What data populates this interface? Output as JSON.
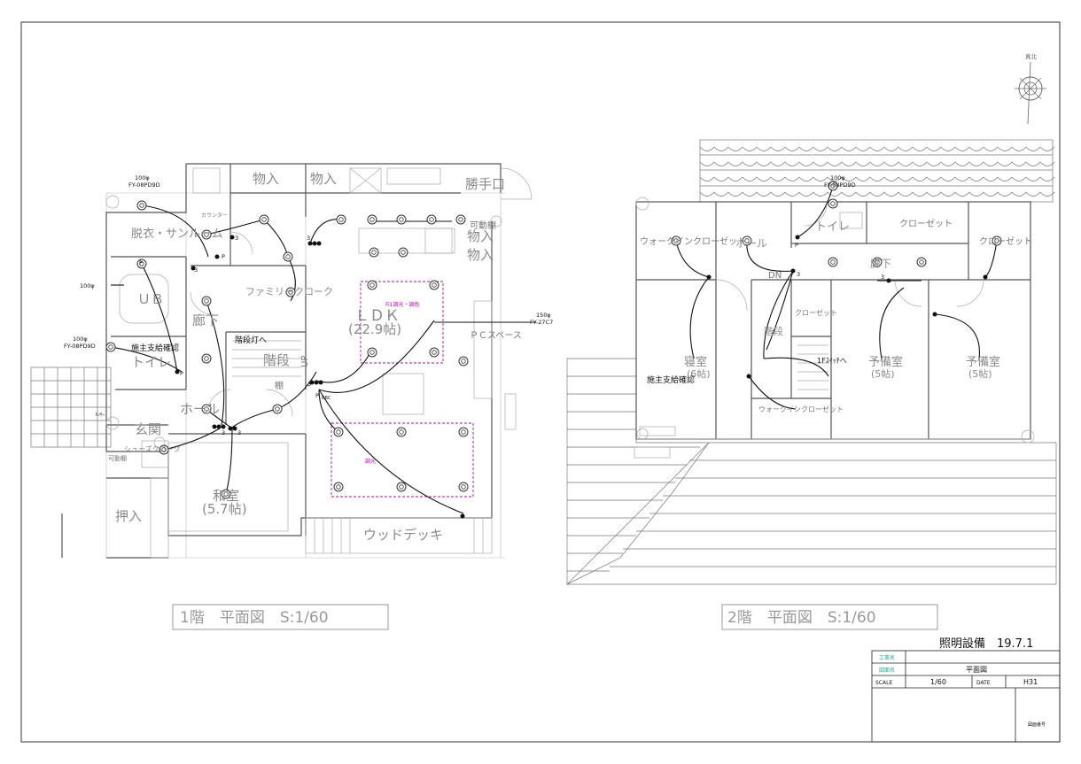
{
  "floor1": {
    "caption": "1階　平面図　S:1/60",
    "rooms": {
      "monoire1": "物入",
      "monoire2": "物入",
      "katteguchi": "勝手口",
      "datsui": "脱衣・サンルーム",
      "counter": "カウンター",
      "kadoudana": "可動棚",
      "monoire3": "物入",
      "monoire4": "物入",
      "ub": "ＵＢ",
      "family_closet": "ファミリークローク",
      "ldk": "ＬＤＫ",
      "ldk_area": "(22.9帖)",
      "rouka": "廊下",
      "pc_space": "ＰＣスペース",
      "kaidan": "階段",
      "up": "UP",
      "toilet": "トイレ",
      "hall": "ホール",
      "genkan": "玄関",
      "shoes_cloak": "シューズクローク",
      "kadoudana2": "可動棚",
      "washitsu": "和室",
      "washitsu_area": "(5.7帖)",
      "oshiire": "押入",
      "wood_deck": "ウッドデッキ",
      "tana": "棚"
    },
    "notes": {
      "duct1_size": "100φ",
      "duct1_model": "FY-08PD9D",
      "duct2_size": "100φ",
      "duct3_size": "100φ",
      "duct3_model": "FY-08PD9D",
      "duct4_size": "150φ",
      "duct4_model": "FY-27C7",
      "owner_supply": "施主支給確認",
      "stair_light": "階段灯へ",
      "fi_dimmer": "Fi1調光・調色",
      "dimmer": "調光",
      "sensor": "ｾﾝｻｰ",
      "switch_count": "3",
      "p_mark": "P",
      "rbc": "RBC"
    }
  },
  "floor2": {
    "caption": "2階　平面図　S:1/60",
    "rooms": {
      "wic1": "ウォークインクローゼット",
      "hall": "ホール",
      "toilet": "トイレ",
      "closet1": "クローゼット",
      "closet2": "クローゼット",
      "rouka": "廊下",
      "dn": "DN",
      "closet3": "クローゼット",
      "kaidan": "階段",
      "shinshitsu": "寝室",
      "shinshitsu_area": "(6帖)",
      "yobishitsu1": "予備室",
      "yobishitsu1_area": "(5帖)",
      "yobishitsu2": "予備室",
      "yobishitsu2_area": "(5帖)",
      "wic2": "ウォークインクローゼット"
    },
    "notes": {
      "duct_size": "100φ",
      "duct_model": "FY-08PD9D",
      "owner_supply": "施主支給確認",
      "switch_1f": "1Fｽｲｯﾁへ",
      "north": "真北",
      "switch_count": "3",
      "p_mark": "P"
    }
  },
  "title_block": {
    "heading": "照明設備　19.7.1",
    "project_label": "工事名",
    "project_value": "",
    "drawing_label": "図面名",
    "drawing_value": "平面図",
    "scale_label": "SCALE",
    "scale_value": "1/60",
    "date_label": "DATE",
    "date_value": "H31",
    "number_label": "図面番号"
  },
  "colors": {
    "accent_magenta": "#c000c0",
    "title_label": "#2a9",
    "wall": "#555555"
  }
}
